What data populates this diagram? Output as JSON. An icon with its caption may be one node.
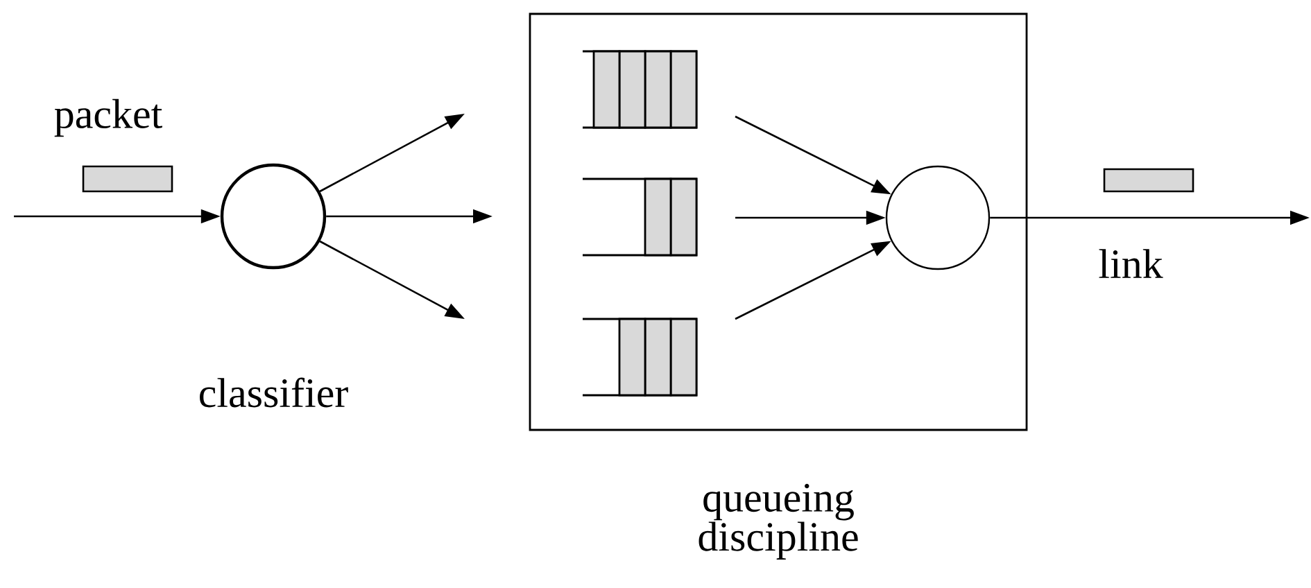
{
  "diagram": {
    "nodes": [
      {
        "text": [],
        "shape": "circle",
        "beside": [
          "classifier"
        ]
      },
      {
        "text": [
          "queueing discipline"
        ]
      },
      {
        "text": [],
        "shape": "queue",
        "in": 1
      },
      {
        "text": [],
        "shape": "queue",
        "in": 1
      },
      {
        "text": [],
        "shape": "queue",
        "in": 1
      },
      {
        "text": [],
        "shape": "circle",
        "in": 1
      }
    ],
    "edges": [
      {
        "from": null,
        "to": 0,
        "arrow": "to"
      },
      {
        "from": 0,
        "to": null,
        "arrow": "to"
      },
      {
        "from": 0,
        "to": null,
        "arrow": "to"
      },
      {
        "from": 0,
        "to": null,
        "arrow": "to"
      },
      {
        "from": null,
        "to": 5,
        "arrow": "to"
      },
      {
        "from": null,
        "to": 5,
        "arrow": "to"
      },
      {
        "from": null,
        "to": 5,
        "arrow": "to"
      },
      {
        "from": 5,
        "to": null,
        "arrow": "to"
      }
    ],
    "labels": [
      "packet",
      "link"
    ]
  }
}
